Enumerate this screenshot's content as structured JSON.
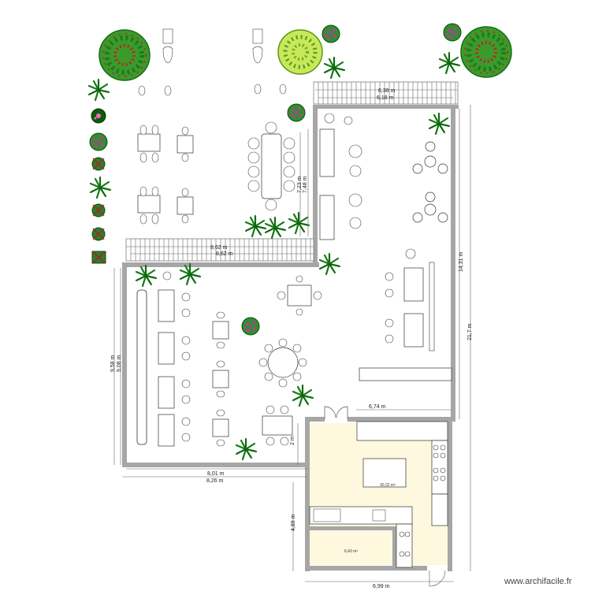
{
  "dimensions": {
    "terrace_outer": "6,38 m",
    "terrace_inner": "6,18 m",
    "room_h1": "7,23 m",
    "room_h2": "7,48 m",
    "step_outer": "8,62 m",
    "step_inner": "8,62 m",
    "right_inner": "14,31 m",
    "right_outer": "21,7 m",
    "left_outer": "9,58 m",
    "left_inner": "9,08 m",
    "bottom_inner": "8,01 m",
    "bottom_outer": "8,26 m",
    "counter_len": "6,74 m",
    "door_gap": "2 m",
    "kitchen_h": "4,89 m",
    "kitchen_w": "6,99 m"
  },
  "areas": {
    "kitchen": "30,22 m²",
    "storage": "6,43 m²"
  },
  "watermark": "www.archifacile.fr",
  "colors": {
    "wall": "#a6a6a6",
    "kitchen_floor": "#fdf8de",
    "plant_green": "#1f8a1f",
    "plant_dark": "#0b4f0b",
    "flower_pink": "#c0389a",
    "lime": "#c8e85a"
  }
}
